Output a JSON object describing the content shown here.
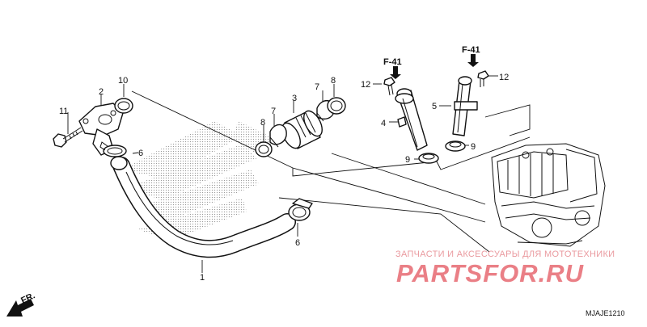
{
  "diagram": {
    "callouts": {
      "p1": "1",
      "p2": "2",
      "p3": "3",
      "p4": "4",
      "p5": "5",
      "p6a": "6",
      "p6b": "6",
      "p7a": "7",
      "p7b": "7",
      "p8a": "8",
      "p8b": "8",
      "p9a": "9",
      "p9b": "9",
      "p10": "10",
      "p11": "11",
      "p12a": "12",
      "p12b": "12"
    },
    "refs": {
      "f41_left": "F-41",
      "f41_right": "F-41"
    },
    "direction_label": "FR.",
    "diagram_code": "MJAJE1210"
  },
  "watermark": {
    "tagline": "ЗАПЧАСТИ И АКСЕССУАРЫ ДЛЯ МОТОТЕХНИКИ",
    "logo": "PARTSFOR.RU"
  },
  "colors": {
    "line": "#111111",
    "watermark": "#ea7f86",
    "dots": "#9a9a9a"
  }
}
